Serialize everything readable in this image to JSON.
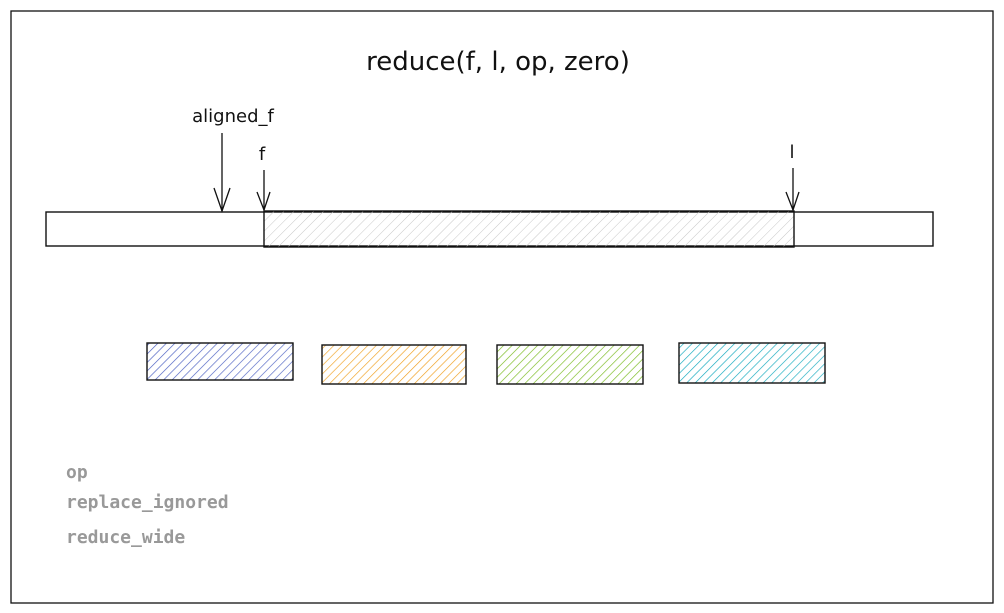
{
  "title": "reduce(f, l, op, zero)",
  "pointers": {
    "aligned_f": "aligned_f",
    "f": "f",
    "l": "l"
  },
  "code_labels": [
    "op",
    "replace_ignored",
    "reduce_wide"
  ],
  "colors": {
    "frame": "#111111",
    "range_hatch": "#c8c8c8",
    "chunk_1": "#4a5fc1",
    "chunk_2": "#f0a020",
    "chunk_3": "#74b816",
    "chunk_4": "#15aabf",
    "code_text": "#999999"
  }
}
